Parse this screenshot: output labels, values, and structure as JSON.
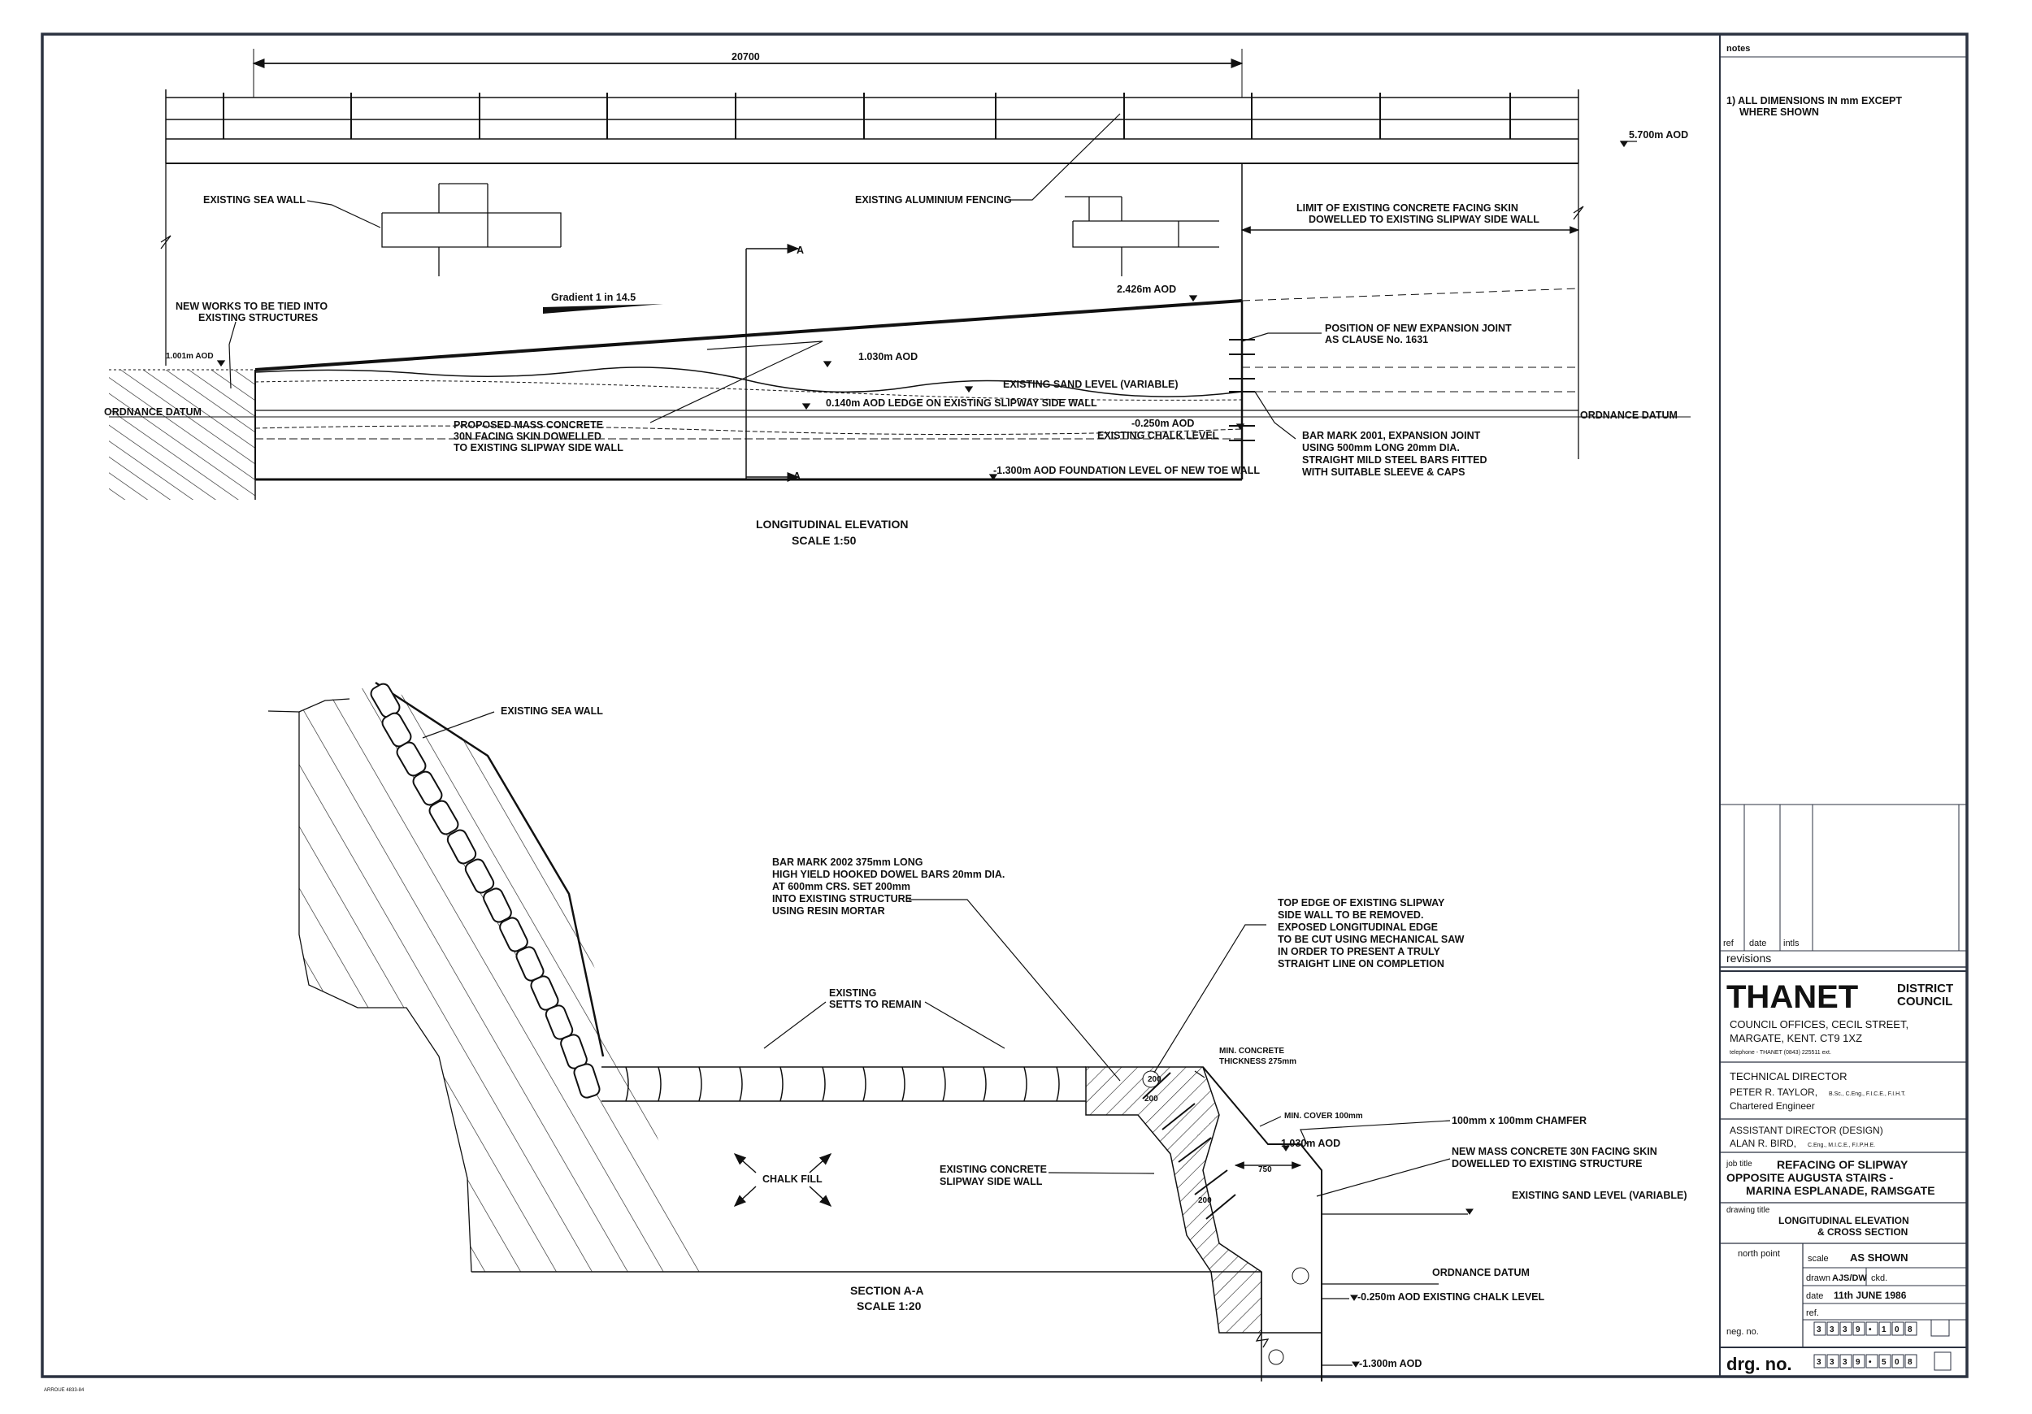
{
  "elevation": {
    "title": "LONGITUDINAL ELEVATION",
    "scale": "SCALE 1:50",
    "dim_span": "20700",
    "lvl_5700": "5.700m AOD",
    "lvl_2426": "2.426m AOD",
    "lvl_1001": "1.001m AOD",
    "lvl_1030": "1.030m AOD",
    "lvl_0140": "0.140m AOD LEDGE ON EXISTING SLIPWAY SIDE WALL",
    "lvl_0250": "-0.250m AOD",
    "chalk": "EXISTING CHALK LEVEL",
    "foundation": "-1.300m AOD FOUNDATION LEVEL OF NEW TOE WALL",
    "sand": "EXISTING SAND LEVEL (VARIABLE)",
    "datum_left": "ORDNANCE DATUM",
    "datum_right": "ORDNANCE  DATUM",
    "sea_wall": "EXISTING SEA WALL",
    "fencing": "EXISTING ALUMINIUM FENCING",
    "limit_1": "LIMIT OF EXISTING CONCRETE FACING SKIN",
    "limit_2": "DOWELLED TO EXISTING SLIPWAY SIDE WALL",
    "gradient": "Gradient 1 in 14.5",
    "newworks_1": "NEW WORKS TO BE TIED INTO",
    "newworks_2": "EXISTING STRUCTURES",
    "joint_1": "POSITION OF NEW EXPANSION JOINT",
    "joint_2": "AS CLAUSE No. 1631",
    "proposed_1": "PROPOSED MASS CONCRETE",
    "proposed_2": "30N FACING SKIN DOWELLED",
    "proposed_3": "TO EXISTING SLIPWAY SIDE WALL",
    "bar2001_1": "BAR MARK 2001, EXPANSION JOINT",
    "bar2001_2": "USING 500mm LONG 20mm DIA.",
    "bar2001_3": "STRAIGHT MILD STEEL BARS FITTED",
    "bar2001_4": "WITH SUITABLE SLEEVE & CAPS",
    "section_mark": "A"
  },
  "section": {
    "title": "SECTION A-A",
    "scale": "SCALE 1:20",
    "sea_wall": "EXISTING SEA WALL",
    "bar2002_1": "BAR MARK 2002 375mm LONG",
    "bar2002_2": "HIGH YIELD HOOKED DOWEL BARS 20mm DIA.",
    "bar2002_3": "AT 600mm CRS. SET 200mm",
    "bar2002_4": "INTO EXISTING STRUCTURE",
    "bar2002_5": "USING RESIN MORTAR",
    "setts_1": "EXISTING",
    "setts_2": "SETTS TO REMAIN",
    "top_1": "TOP EDGE OF EXISTING SLIPWAY",
    "top_2": "SIDE WALL TO BE REMOVED.",
    "top_3": "EXPOSED LONGITUDINAL EDGE",
    "top_4": "TO BE CUT USING MECHANICAL SAW",
    "top_5": "IN ORDER TO PRESENT A TRULY",
    "top_6": "STRAIGHT LINE ON COMPLETION",
    "min_conc_1": "MIN. CONCRETE",
    "min_conc_2": "THICKNESS 275mm",
    "min_cover": "MIN. COVER 100mm",
    "chamfer": "100mm x 100mm CHAMFER",
    "lvl_1030": "1.030m AOD",
    "new_mass_1": "NEW MASS CONCRETE 30N FACING SKIN",
    "new_mass_2": "DOWELLED TO EXISTING STRUCTURE",
    "sand": "EXISTING SAND LEVEL (VARIABLE)",
    "chalk_fill": "CHALK FILL",
    "conc_wall_1": "EXISTING CONCRETE",
    "conc_wall_2": "SLIPWAY SIDE WALL",
    "datum": "ORDNANCE DATUM",
    "chalk": "-0.250m AOD EXISTING CHALK LEVEL",
    "lvl_1300": "-1.300m AOD",
    "dim_200a": "200",
    "dim_200b": "200",
    "dim_200c": "200",
    "dim_750": "750"
  },
  "title_block": {
    "notes_label": "notes",
    "note_1a": "1)  ALL DIMENSIONS IN mm EXCEPT",
    "note_1b": "WHERE SHOWN",
    "rev_ref": "ref",
    "rev_date": "date",
    "rev_intls": "intls",
    "revisions": "revisions",
    "brand": "THANET",
    "brand_sub_1": "DISTRICT",
    "brand_sub_2": "COUNCIL",
    "addr_1": "COUNCIL OFFICES, CECIL STREET,",
    "addr_2": "MARGATE, KENT. CT9 1XZ",
    "addr_3": "telephone - THANET (0843) 225511 ext.",
    "tech_role": "TECHNICAL DIRECTOR",
    "tech_name": "PETER R. TAYLOR,",
    "tech_quals": "B.Sc., C.Eng., F.I.C.E., F.I.H.T.",
    "tech_title": "Chartered  Engineer",
    "asst_role": "ASSISTANT DIRECTOR (DESIGN)",
    "asst_name": "ALAN R. BIRD,",
    "asst_quals": "C.Eng., M.I.C.E., F.I.P.H.E.",
    "job_label": "job title",
    "job_1": "REFACING OF SLIPWAY",
    "job_2": "OPPOSITE AUGUSTA STAIRS -",
    "job_3": "MARINA ESPLANADE, RAMSGATE",
    "dt_label": "drawing title",
    "dt_1": "LONGITUDINAL ELEVATION",
    "dt_2": "& CROSS SECTION",
    "north_label": "north point",
    "scale_label": "scale",
    "scale_value": "AS SHOWN",
    "drawn_label": "drawn",
    "drawn_value": "AJS/DW",
    "ckd_label": "ckd.",
    "date_label": "date",
    "date_value": "11th JUNE 1986",
    "ref_label": "ref.",
    "neg_label": "neg. no.",
    "neg_digits": [
      "3",
      "3",
      "3",
      "9",
      "•",
      "1",
      "0",
      "8"
    ],
    "drg_label": "drg. no.",
    "drg_digits": [
      "3",
      "3",
      "3",
      "9",
      "•",
      "5",
      "0",
      "8"
    ],
    "stamp": "ARROUE 4833-84"
  }
}
